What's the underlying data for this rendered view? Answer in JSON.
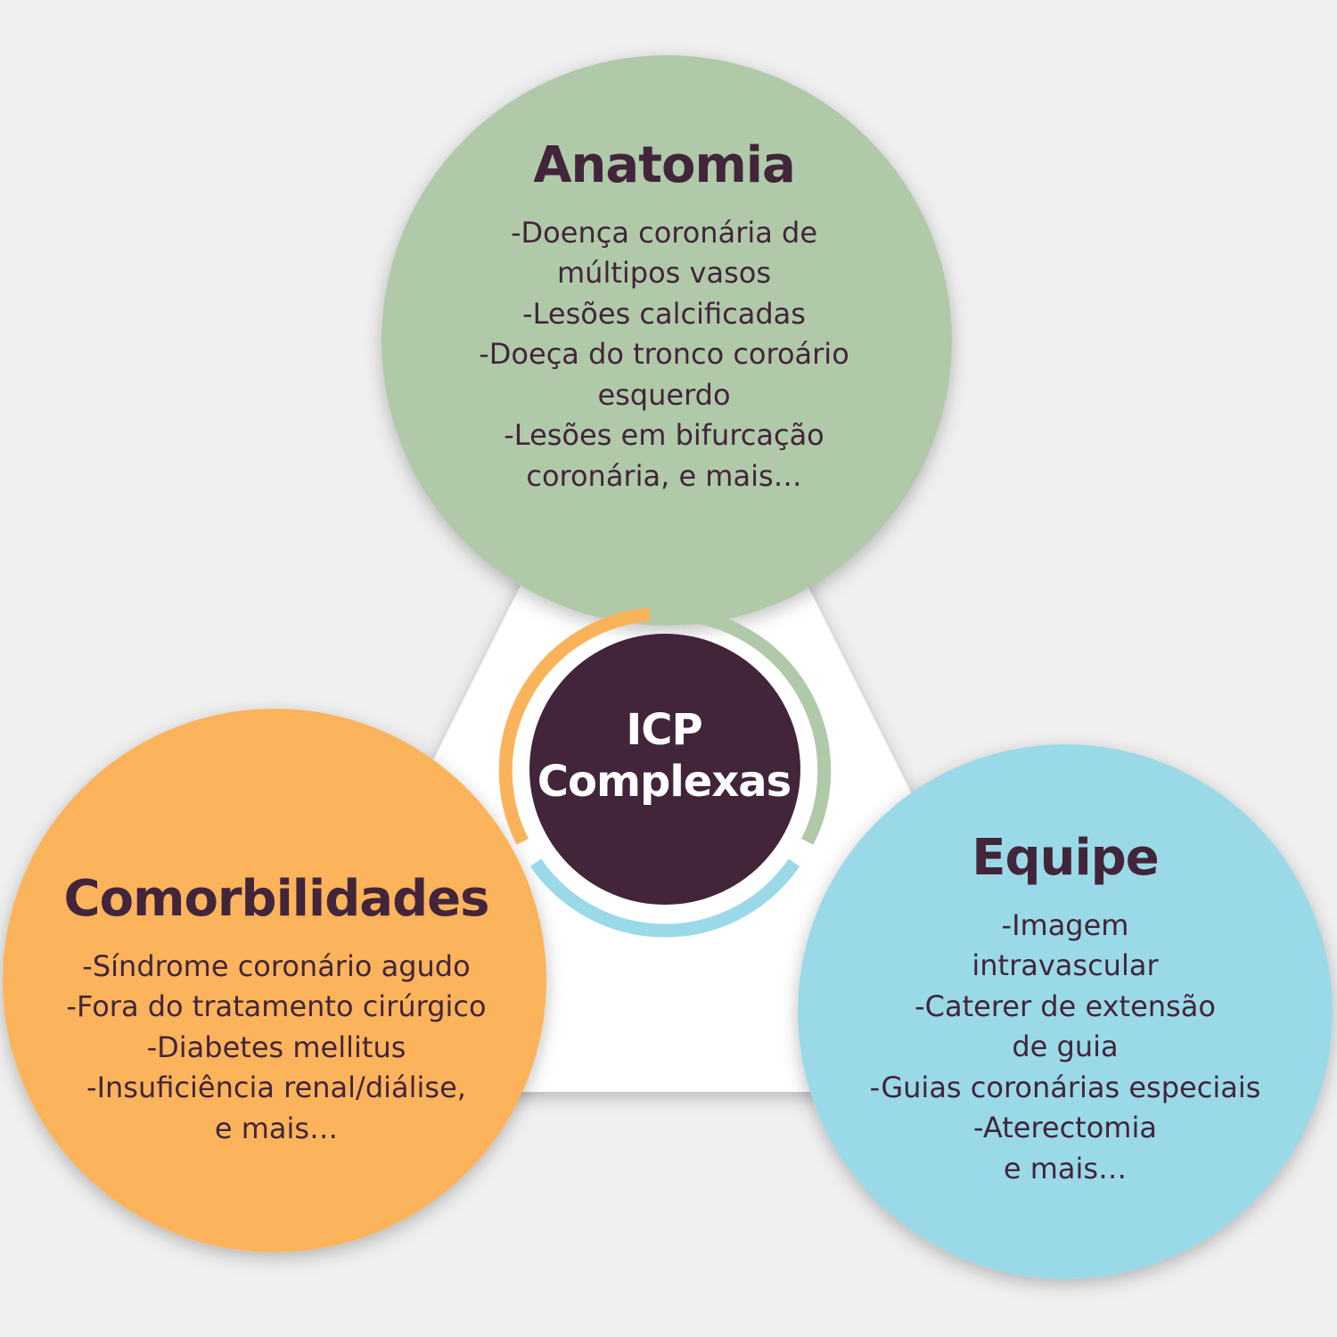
{
  "center": {
    "lines": [
      "ICP",
      "Complexas"
    ]
  },
  "circles": [
    {
      "id": "anatomia",
      "title": "Anatomia",
      "color": "#b0c9a9",
      "items": [
        "-Doença coronária de",
        "múltipos vasos",
        "-Lesões calcificadas",
        "-Doeça do tronco coroário",
        "esquerdo",
        "-Lesões em bifurcação",
        "coronária, e mais…"
      ]
    },
    {
      "id": "comorbidades",
      "title": "Comorbilidades",
      "color": "#fbb35b",
      "items": [
        "-Síndrome coronário agudo",
        "-Fora do tratamento cirúrgico",
        "-Diabetes mellitus",
        "-Insuficiência renal/diálise,",
        "e mais…"
      ]
    },
    {
      "id": "equipe",
      "title": "Equipe",
      "color": "#9ad9e8",
      "items": [
        "-Imagem",
        "intravascular",
        "-Caterer de extensão",
        "de guia",
        "-Guias coronárias especiais",
        "-Aterectomia",
        "e mais…"
      ]
    }
  ],
  "colors": {
    "background": "#f0f0f0",
    "triangle": "#ffffff",
    "center_fill": "#42253a",
    "text_dark": "#42253a"
  }
}
